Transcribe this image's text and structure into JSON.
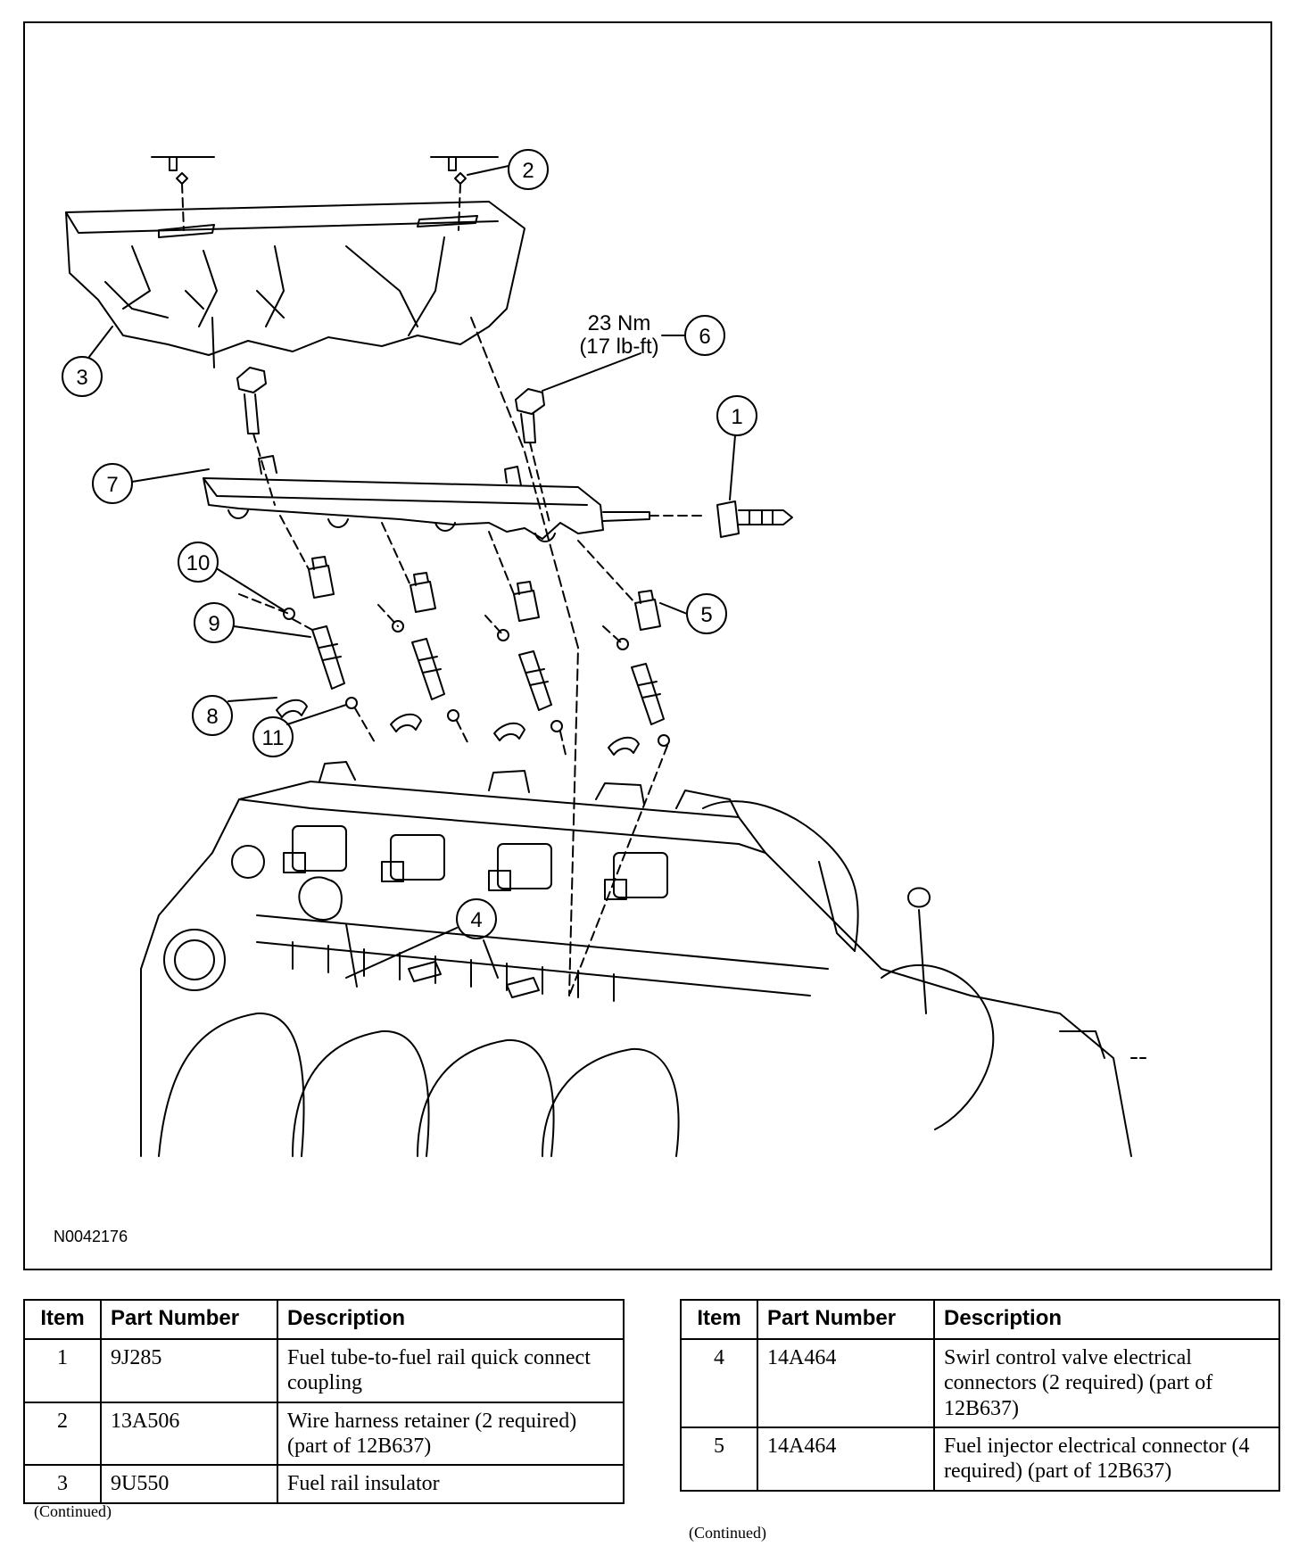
{
  "figure": {
    "figure_id": "N0042176",
    "torque_value": "23 Nm",
    "torque_value_imperial": "(17 lb-ft)",
    "callouts": [
      "1",
      "2",
      "3",
      "4",
      "5",
      "6",
      "7",
      "8",
      "9",
      "10",
      "11"
    ]
  },
  "tables": [
    {
      "headers": {
        "item": "Item",
        "part_number": "Part Number",
        "description": "Description"
      },
      "rows": [
        {
          "item": "1",
          "part_number": "9J285",
          "description": "Fuel tube-to-fuel rail quick connect coupling"
        },
        {
          "item": "2",
          "part_number": "13A506",
          "description": "Wire harness retainer (2 required) (part of 12B637)"
        },
        {
          "item": "3",
          "part_number": "9U550",
          "description": "Fuel rail insulator"
        }
      ],
      "footer": "(Continued)"
    },
    {
      "headers": {
        "item": "Item",
        "part_number": "Part Number",
        "description": "Description"
      },
      "rows": [
        {
          "item": "4",
          "part_number": "14A464",
          "description": "Swirl control valve electrical connectors (2 required) (part of 12B637)"
        },
        {
          "item": "5",
          "part_number": "14A464",
          "description": "Fuel injector electrical connector (4 required) (part of 12B637)"
        }
      ],
      "footer": "(Continued)"
    }
  ]
}
